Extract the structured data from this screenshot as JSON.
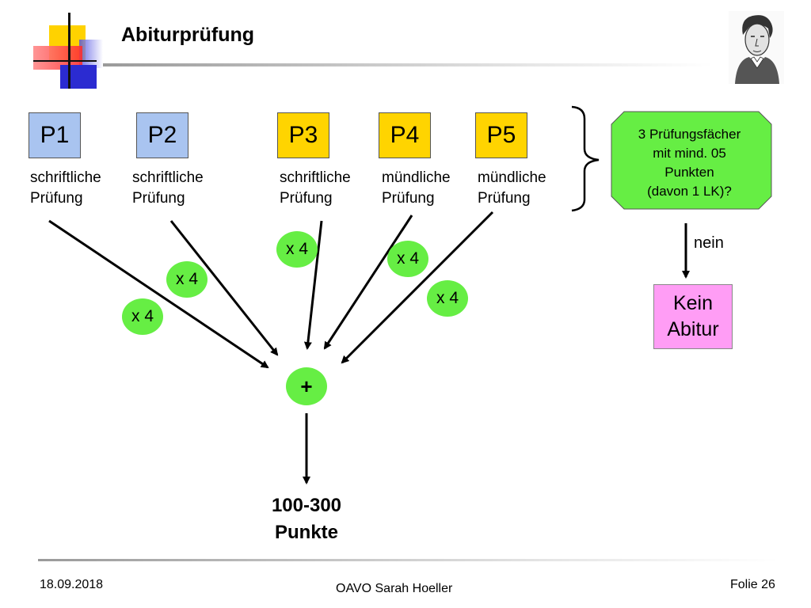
{
  "header": {
    "title": "Abiturprüfung"
  },
  "exams": [
    {
      "label": "P1",
      "type_line1": "schriftliche",
      "type_line2": "Prüfung"
    },
    {
      "label": "P2",
      "type_line1": "schriftliche",
      "type_line2": "Prüfung"
    },
    {
      "label": "P3",
      "type_line1": "schriftliche",
      "type_line2": "Prüfung"
    },
    {
      "label": "P4",
      "type_line1": "mündliche",
      "type_line2": "Prüfung"
    },
    {
      "label": "P5",
      "type_line1": "mündliche",
      "type_line2": "Prüfung"
    }
  ],
  "multipliers": [
    "x 4",
    "x 4",
    "x 4",
    "x 4",
    "x 4"
  ],
  "sum_symbol": "+",
  "result": {
    "line1": "100-300",
    "line2": "Punkte"
  },
  "condition": {
    "line1": "3 Prüfungsfächer",
    "line2": "mit mind. 05",
    "line3": "Punkten",
    "line4": "(davon 1 LK)?"
  },
  "no_label": "nein",
  "fail": {
    "line1": "Kein",
    "line2": "Abitur"
  },
  "footer": {
    "date": "18.09.2018",
    "author": "OAVO Sarah Hoeller",
    "slide": "Folie 26"
  },
  "colors": {
    "blue_box": "#a9c4f0",
    "yellow_box": "#ffd400",
    "green": "#66ee44",
    "pink": "#ff9df5"
  }
}
